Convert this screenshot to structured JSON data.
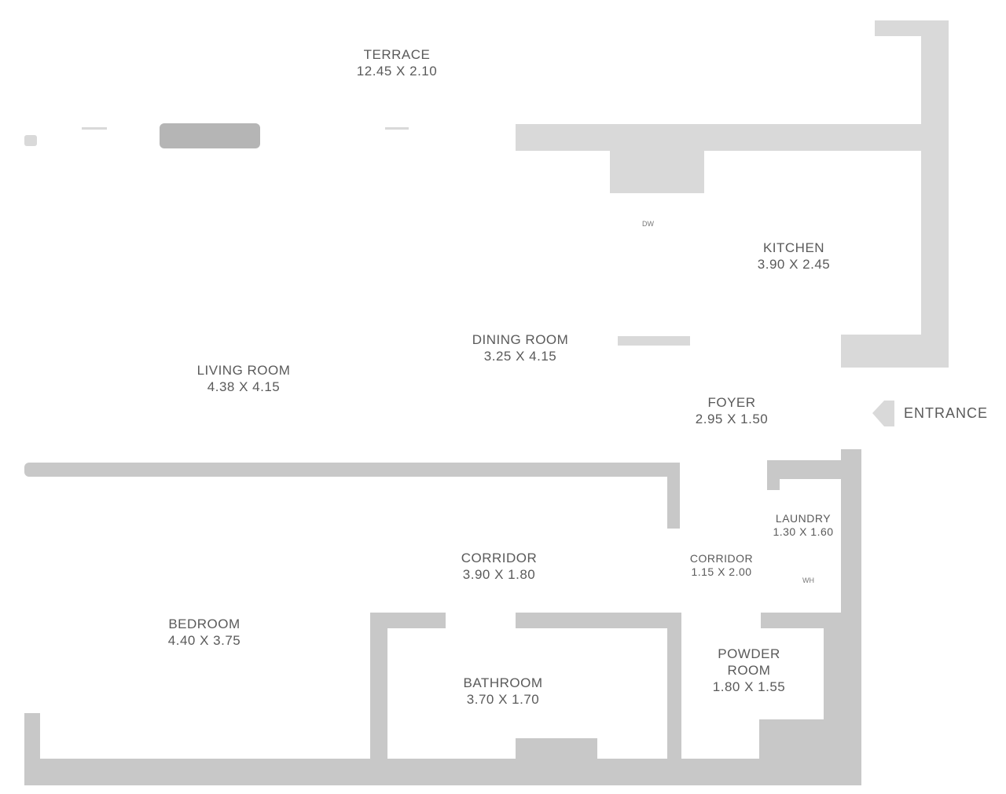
{
  "rooms": {
    "terrace": {
      "name": "TERRACE",
      "dim": "12.45 X 2.10"
    },
    "kitchen": {
      "name": "KITCHEN",
      "dim": "3.90 X 2.45"
    },
    "dining": {
      "name": "DINING ROOM",
      "dim": "3.25 X 4.15"
    },
    "living": {
      "name": "LIVING ROOM",
      "dim": "4.38 X 4.15"
    },
    "foyer": {
      "name": "FOYER",
      "dim": "2.95 X 1.50"
    },
    "laundry": {
      "name": "LAUNDRY",
      "dim": "1.30 X 1.60"
    },
    "corridor1": {
      "name": "CORRIDOR",
      "dim": "3.90 X 1.80"
    },
    "corridor2": {
      "name": "CORRIDOR",
      "dim": "1.15 X 2.00"
    },
    "bedroom": {
      "name": "BEDROOM",
      "dim": "4.40 X 3.75"
    },
    "bathroom": {
      "name": "BATHROOM",
      "dim": "3.70 X 1.70"
    },
    "powder": {
      "name": "POWDER ROOM",
      "dim": "1.80 X 1.55"
    }
  },
  "fixtures": {
    "dw": "DW",
    "wh": "WH"
  },
  "entrance": {
    "label": "ENTRANCE"
  }
}
